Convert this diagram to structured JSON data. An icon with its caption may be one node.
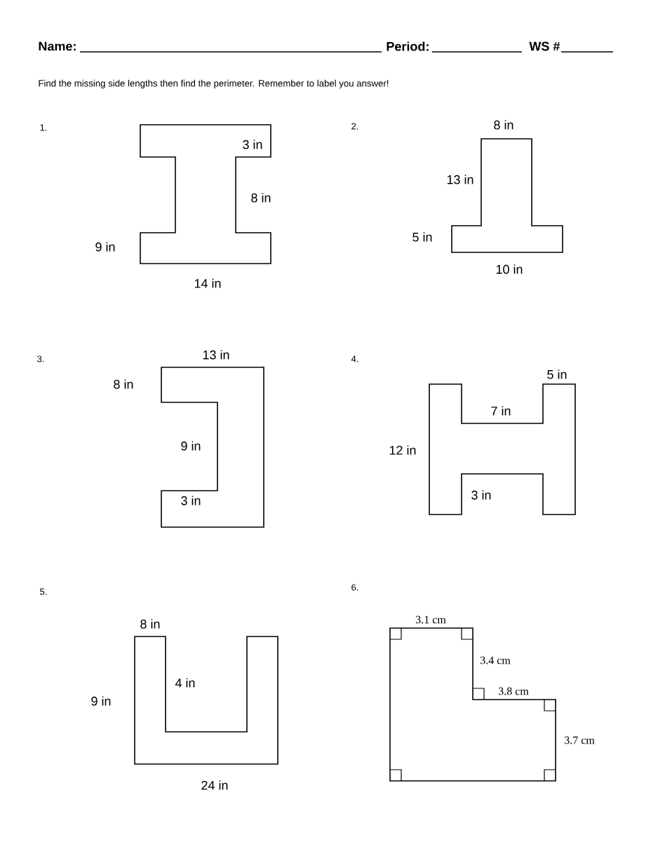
{
  "diagram": {
    "nodes": [
      {
        "text": [
          "3 in"
        ],
        "beside": [
          "8 in",
          "9 in",
          "14 in"
        ]
      },
      {
        "text": [],
        "shape": "polygon",
        "beside": [
          "8 in",
          "13 in",
          "5 in",
          "10 in"
        ]
      },
      {
        "text": [
          "3 in"
        ],
        "beside": [
          "13 in",
          "8 in",
          "9 in"
        ]
      },
      {
        "text": [],
        "shape": "polygon",
        "beside": [
          "5 in",
          "7 in",
          "12 in",
          "3 in"
        ]
      },
      {
        "text": [],
        "shape": "polygon",
        "beside": [
          "8 in",
          "4 in",
          "9 in",
          "24 in"
        ]
      },
      {
        "text": [],
        "shape": "polygon",
        "beside": [
          "3.1 cm",
          "3.4 cm",
          "3.8 cm",
          "3.7 cm"
        ]
      }
    ],
    "labels": [
      "Name:",
      "Period:",
      "WS #",
      "Find the missing side lengths then find the perimeter. Remember to label you answer!",
      "1.",
      "2.",
      "3.",
      "4.",
      "5.",
      "6."
    ]
  }
}
